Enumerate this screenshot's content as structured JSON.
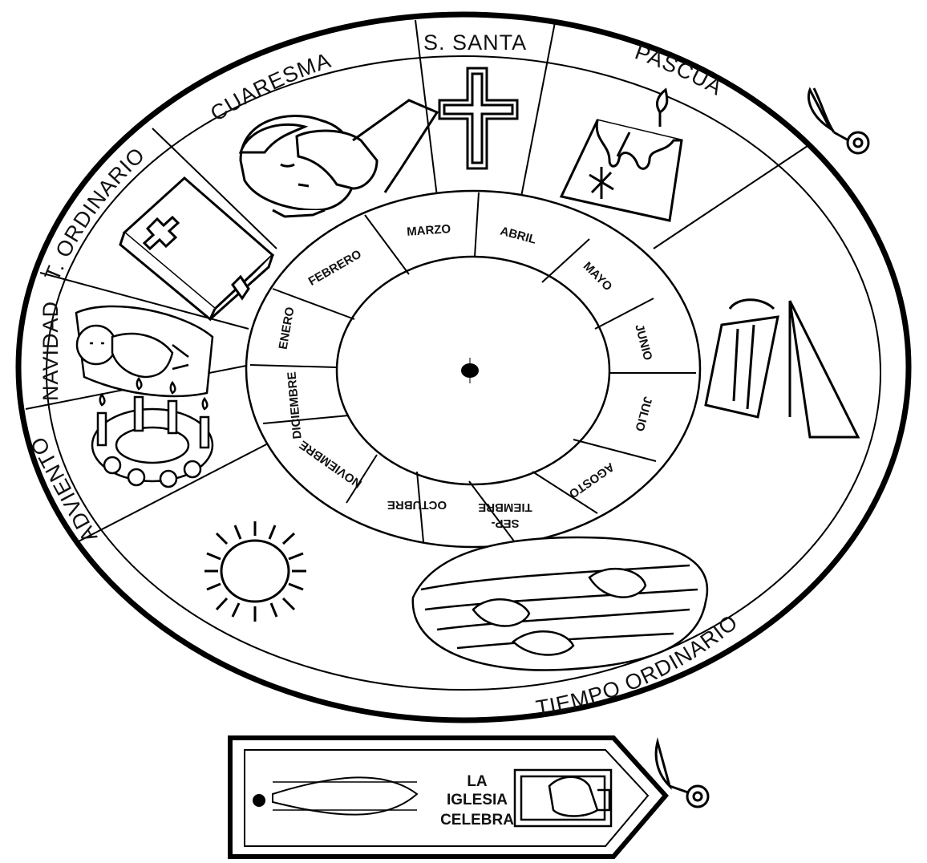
{
  "seasons": {
    "cuaresma": "CUARESMA",
    "semana_santa": "S. SANTA",
    "pascua": "PASCUA",
    "t_ordinario": "T. ORDINARIO",
    "navidad": "NAVIDAD",
    "adviento": "ADVIENTO",
    "tiempo_ordinario": "TIEMPO ORDINARIO"
  },
  "months": {
    "enero": "ENERO",
    "febrero": "FEBRERO",
    "marzo": "MARZO",
    "abril": "ABRIL",
    "mayo": "MAYO",
    "junio": "JUNIO",
    "julio": "JULIO",
    "agosto": "AGOSTO",
    "septiembre_1": "SEP-",
    "septiembre_2": "TIEMBRE",
    "octubre": "OCTUBRE",
    "noviembre": "NOVIEMBRE",
    "diciembre": "DICIEMBRE"
  },
  "arrow": {
    "line1": "LA",
    "line2": "IGLESIA",
    "line3": "CELEBRA"
  },
  "icons": [
    "scissors-icon",
    "cross-icon",
    "candle-icon",
    "bible-icon",
    "baby-jesus-icon",
    "advent-wreath-icon",
    "sun-icon",
    "boat-icon",
    "fish-icon",
    "person-praying-icon",
    "chalice-icon"
  ]
}
